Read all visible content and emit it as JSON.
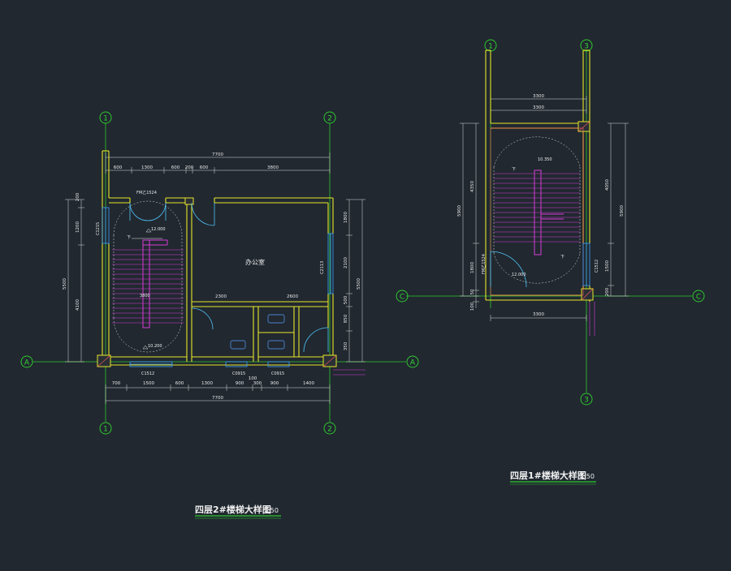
{
  "colors": {
    "background": "#212830",
    "wall": "#e6e62a",
    "axis": "#2ec82e",
    "stair": "#d63cd6",
    "window": "#3aa0ff",
    "door": "#4fc3f7",
    "dim": "#dcdcdc",
    "hatch": "#ff5a5a",
    "fixture": "#5aa0ff"
  },
  "plan_left": {
    "title": "四层2#楼梯大样图",
    "scale": "1:50",
    "axis_top": [
      "1",
      "2"
    ],
    "axis_bottom": [
      "1",
      "2"
    ],
    "axis_side": [
      "A",
      "A"
    ],
    "dims_top": [
      "600",
      "1300",
      "600",
      "200",
      "600",
      "3800"
    ],
    "dim_overall_top": "7700",
    "dims_bottom": [
      "700",
      "1500",
      "600",
      "1300",
      "900",
      "300",
      "900",
      "1400"
    ],
    "dim_overall_bottom": "7700",
    "dims_left": [
      "200",
      "1200",
      "4100"
    ],
    "dim_overall_left": "5500",
    "dims_right": [
      "1800",
      "2100",
      "500",
      "850",
      "350"
    ],
    "dim_overall_right": "5500",
    "room_name": "办公室",
    "elevation_top": "12.000",
    "elevation_bottom": "10.200",
    "stair_label": "3800",
    "down_label": "下",
    "door_tag": "FM乙1524",
    "window_tags": [
      "C1215",
      "C1512",
      "C0915",
      "C0915",
      "C2113"
    ],
    "dims_mid": [
      "2300",
      "2600",
      "100"
    ]
  },
  "plan_right": {
    "title": "四层1#楼梯大样图",
    "scale": "1:50",
    "axis_top": [
      "1",
      "3"
    ],
    "axis_bottom": [
      "3"
    ],
    "axis_side": [
      "C",
      "C"
    ],
    "dims_top": [
      "3300",
      "3300"
    ],
    "dim_bottom": "3300",
    "dims_left": [
      "4350",
      "1800",
      "50",
      "100"
    ],
    "dim_overall_left": "5900",
    "dims_right": [
      "4050",
      "1500",
      "200"
    ],
    "dim_overall_right": "5900",
    "elevation_top": "10.350",
    "elevation_bottom": "12.000",
    "down_label": "下",
    "door_tag": "FM乙1524",
    "window_tag": "C1512"
  }
}
